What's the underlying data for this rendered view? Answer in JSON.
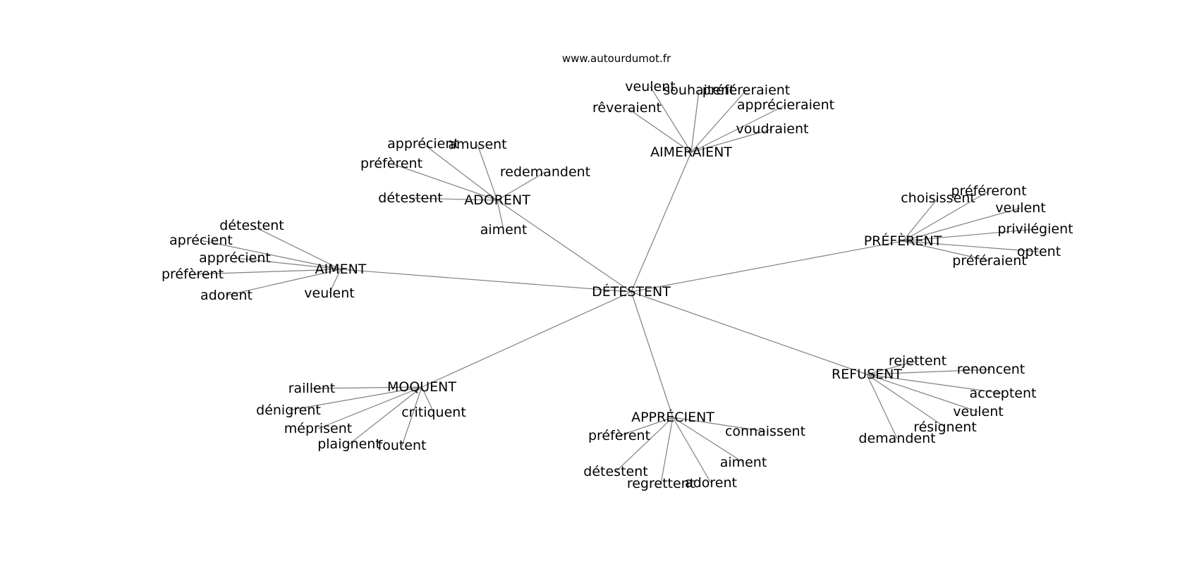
{
  "source": "www.autourdumot.fr",
  "colors": {
    "edge": "#808080",
    "text": "#000000",
    "background": "#ffffff"
  },
  "graph": {
    "center": "DÉTESTENT",
    "clusters": [
      {
        "hub": "AIMERAIENT",
        "leaves": [
          "veulent",
          "souhaitent",
          "préféreraient",
          "rêveraient",
          "apprécieraient",
          "voudraient"
        ]
      },
      {
        "hub": "ADORENT",
        "leaves": [
          "apprécient",
          "amusent",
          "préfèrent",
          "redemandent",
          "détestent",
          "aiment"
        ]
      },
      {
        "hub": "AIMENT",
        "leaves": [
          "détestent",
          "aprécient",
          "apprécient",
          "préfèrent",
          "adorent",
          "veulent"
        ]
      },
      {
        "hub": "PRÉFÈRENT",
        "leaves": [
          "choisissent",
          "préféreront",
          "veulent",
          "privilégient",
          "optent",
          "préféraient"
        ]
      },
      {
        "hub": "MOQUENT",
        "leaves": [
          "raillent",
          "dénigrent",
          "méprisent",
          "plaignent",
          "foutent",
          "critiquent"
        ]
      },
      {
        "hub": "APPRÉCIENT",
        "leaves": [
          "préfèrent",
          "connaissent",
          "aiment",
          "détestent",
          "regrettent",
          "adorent"
        ]
      },
      {
        "hub": "REFUSENT",
        "leaves": [
          "rejettent",
          "renoncent",
          "acceptent",
          "veulent",
          "résignent",
          "demandent"
        ]
      }
    ]
  }
}
